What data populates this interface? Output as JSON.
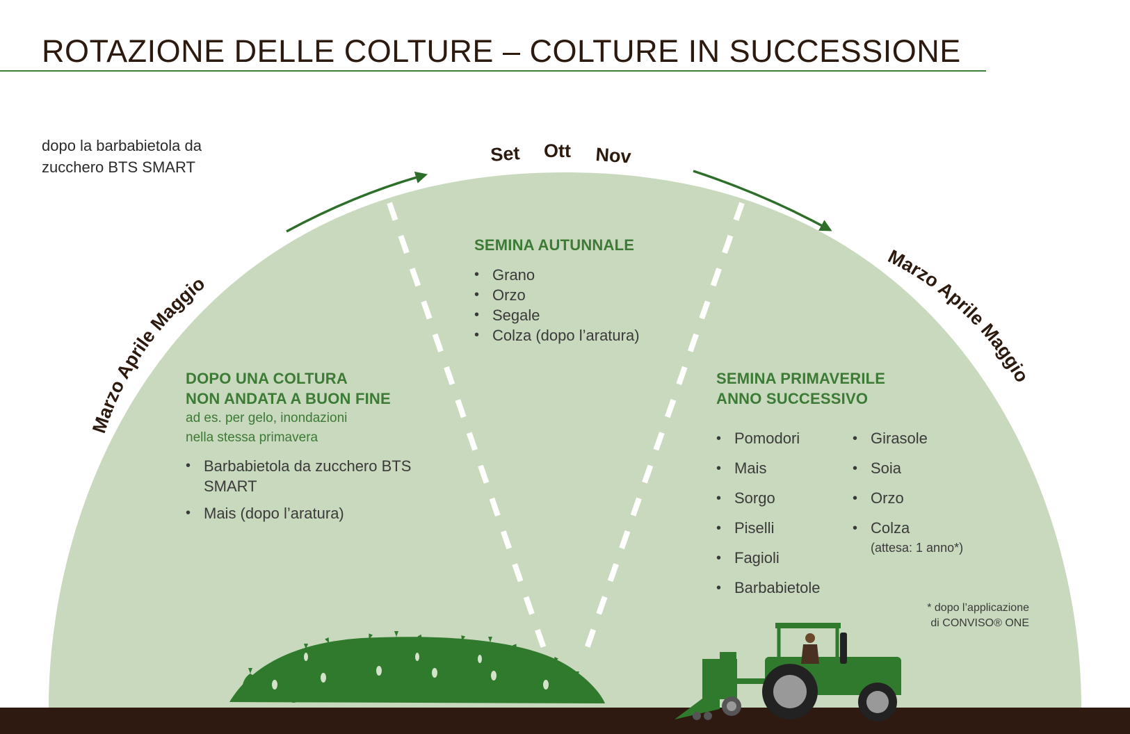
{
  "title": "ROTAZIONE DELLE COLTURE – COLTURE IN SUCCESSIONE",
  "intro": "dopo la barbabietola da zucchero BTS SMART",
  "months_top": [
    "Set",
    "Ott",
    "Nov"
  ],
  "months_left": "Marzo  Aprile  Maggio",
  "months_right": "Marzo  Aprile  Maggio",
  "sections": {
    "autumn": {
      "heading": "SEMINA AUTUNNALE",
      "items": [
        "Grano",
        "Orzo",
        "Segale",
        "Colza (dopo l’aratura)"
      ]
    },
    "failed": {
      "heading_line1": "DOPO UNA COLTURA",
      "heading_line2": "NON ANDATA A BUON FINE",
      "sub_line1": "ad es. per gelo, inondazioni",
      "sub_line2": "nella stessa primavera",
      "items": [
        "Barbabietola da zucchero BTS SMART",
        "Mais (dopo l’aratura)"
      ]
    },
    "spring": {
      "heading_line1": "SEMINA PRIMAVERILE",
      "heading_line2": "ANNO SUCCESSIVO",
      "col1": [
        "Pomodori",
        "Mais",
        "Sorgo",
        "Piselli",
        "Fagioli",
        "Barbabietole"
      ],
      "col2": [
        "Girasole",
        "Soia",
        "Orzo",
        "Colza"
      ],
      "col2_note": "(attesa: 1 anno*)"
    }
  },
  "footnote_line1": "* dopo l’applicazione",
  "footnote_line2": "di CONVISO® ONE",
  "colors": {
    "dome": "#c8d9be",
    "accent_green": "#3c7a35",
    "soil": "#2e1a10",
    "text_dark": "#2d1a0e",
    "tractor_green": "#2f7a2c"
  },
  "icons": [
    "arrow-icon",
    "sugar-beet-icon",
    "tractor-icon"
  ]
}
